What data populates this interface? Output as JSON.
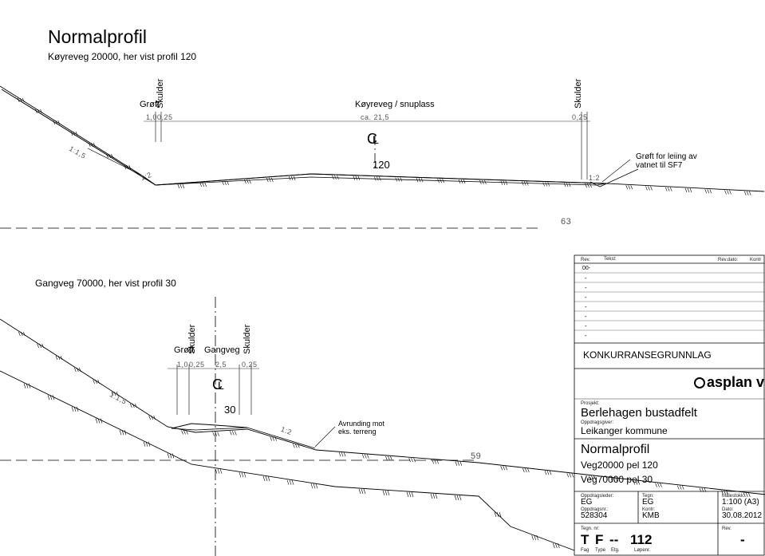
{
  "header": {
    "title": "Normalprofil",
    "subtitle": "Køyreveg 20000, her vist profil 120"
  },
  "section1": {
    "label_groft": "Grøft",
    "label_skulder_left": "Skulder",
    "label_road": "Køyreveg / snuplass",
    "label_skulder_right": "Skulder",
    "dim_groft": "1,0",
    "dim_skulder_left": "0,25",
    "dim_road": "ca. 21,5",
    "dim_skulder_right": "0,25",
    "centerline": "C",
    "centerline_sub": "L",
    "profile": "120",
    "slope_left_outer": "1:1,5",
    "slope_left_inner": "1:2",
    "slope_right": "1:2",
    "note_line1": "Grøft for leiing av",
    "note_line2": "vatnet til SF7",
    "elevation": "63"
  },
  "section2": {
    "subtitle": "Gangveg 70000, her vist profil 30",
    "label_groft": "Grøft",
    "label_skulder_left": "Skulder",
    "label_gangveg": "Gangveg",
    "label_skulder_right": "Skulder",
    "dim_groft": "1,0",
    "dim_skulder_left": "0,25",
    "dim_gangveg": "2,5",
    "dim_skulder_right": "0,25",
    "centerline": "C",
    "centerline_sub": "L",
    "profile": "30",
    "slope_left_outer": "1:1,5",
    "slope_right": "1:2",
    "note_line1": "Avrunding mot",
    "note_line2": "eks. terreng",
    "elevation": "59"
  },
  "title_block": {
    "rev_header": "Rev.",
    "tekst_header": "Tekst:",
    "revdato_header": "Rev.dato:",
    "kontr_header": "Kontr",
    "rev_rows": [
      "00-",
      "-",
      "-",
      "-",
      "-",
      "-",
      "-",
      "-"
    ],
    "status": "KONKURRANSEGRUNNLAG",
    "logo": "asplan viak",
    "prosjekt_label": "Prosjekt:",
    "prosjekt": "Berlehagen bustadfelt",
    "oppdragsgiver_label": "Oppdragsgiver:",
    "oppdragsgiver": "Leikanger kommune",
    "drawing_title": "Normalprofil",
    "drawing_line2": "Veg20000 pel 120",
    "drawing_line3": "Veg70000 pel 30",
    "oppdragsleder_label": "Oppdragsleder:",
    "oppdragsleder": "EG",
    "tegn_label": "Tegn:",
    "tegn": "EG",
    "malestokk_label": "Målestokk:",
    "malestokk": "1:100 (A3)",
    "oppdragsnr_label": "Oppdragsnr.:",
    "oppdragsnr": "528304",
    "kontr_label": "Kontr:",
    "kontr": "KMB",
    "dato_label": "Dato:",
    "dato": "30.08.2012",
    "tegnnr_label": "Tegn. nr:",
    "rev_label": "Rev.",
    "tegnnr_fag": "T",
    "tegnnr_type": "F",
    "tegnnr_etg": "--",
    "tegnnr_lopenr": "112",
    "tegnnr_rev": "-",
    "fag_label": "Fag",
    "type_label": "Type",
    "etg_label": "Etg.",
    "lopenr_label": "Løpenr."
  }
}
